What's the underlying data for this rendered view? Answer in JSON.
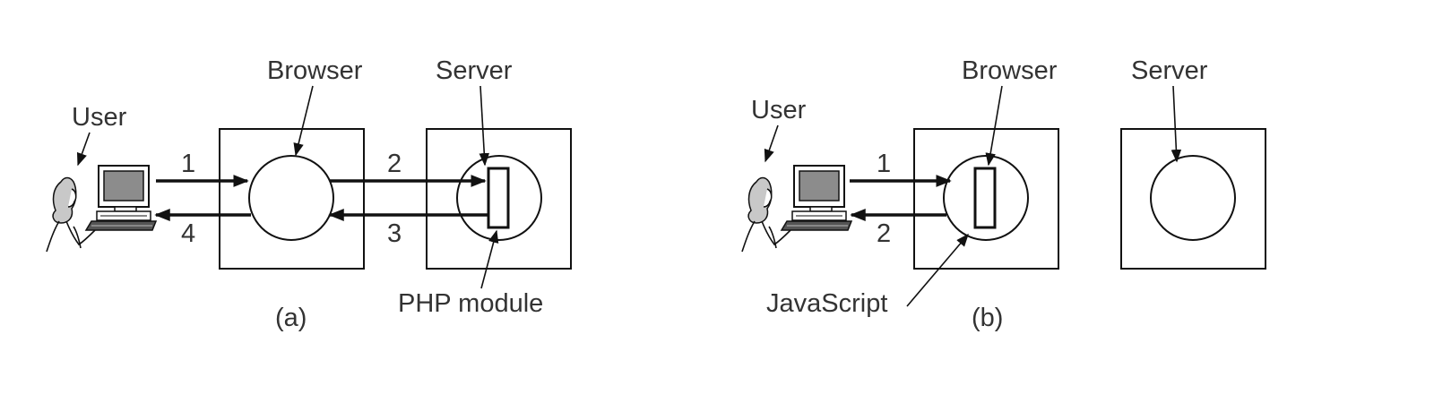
{
  "panel_a": {
    "user_label": "User",
    "browser_label": "Browser",
    "server_label": "Server",
    "module_label": "PHP module",
    "caption": "(a)",
    "steps": [
      "1",
      "2",
      "3",
      "4"
    ]
  },
  "panel_b": {
    "user_label": "User",
    "browser_label": "Browser",
    "server_label": "Server",
    "module_label": "JavaScript",
    "caption": "(b)",
    "steps": [
      "1",
      "2"
    ]
  }
}
